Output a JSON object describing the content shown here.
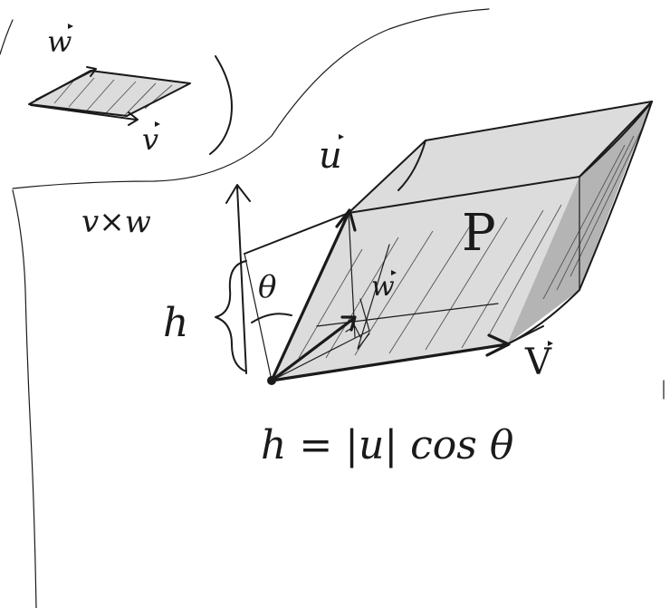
{
  "labels": {
    "w_small": "w",
    "v_small": "v",
    "u": "u",
    "cross": "v×w",
    "P": "P",
    "theta": "θ",
    "w_inner": "w",
    "h": "h",
    "v": "V",
    "formula": "h = |u| cos θ"
  },
  "colors": {
    "ink": "#1a1a1a",
    "shade": "#9a9a9a"
  }
}
